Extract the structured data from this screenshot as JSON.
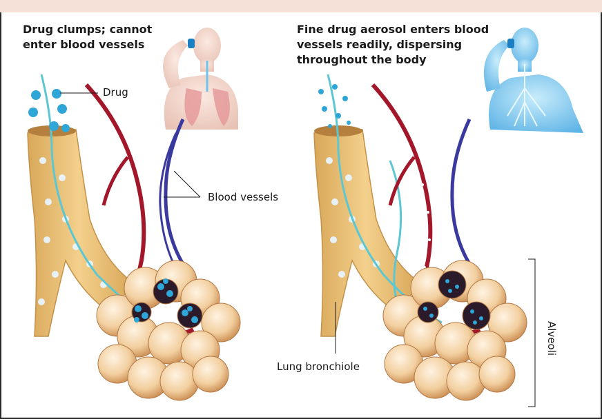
{
  "left_panel": {
    "caption_line1": "Drug clumps; cannot",
    "caption_line2": "enter blood vessels"
  },
  "right_panel": {
    "caption_line1": "Fine drug aerosol enters blood",
    "caption_line2": "vessels readily, dispersing",
    "caption_line3": "throughout the body"
  },
  "labels": {
    "drug": "Drug",
    "blood_vessels": "Blood vessels",
    "lung_bronchiole": "Lung bronchiole",
    "alveoli": "Alveoli"
  },
  "colors": {
    "header_band": "#f6e1d9",
    "bronchiole": "#e8c27a",
    "artery": "#a3172b",
    "vein": "#3a3a9e",
    "drug": "#2fa6d8",
    "body_left": "#f3d7cc",
    "body_right": "#78c6ee"
  }
}
